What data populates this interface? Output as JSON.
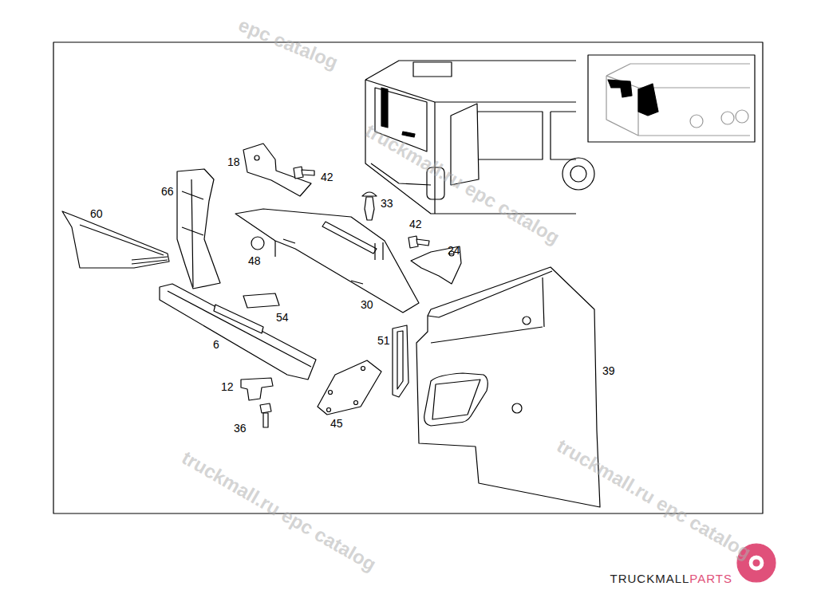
{
  "diagram": {
    "labels": [
      "60",
      "66",
      "18",
      "42",
      "33",
      "42",
      "24",
      "48",
      "30",
      "54",
      "6",
      "51",
      "39",
      "12",
      "45",
      "36",
      "epc catalog",
      "truckmall.ru epc catalog",
      "truckmall.ru epc catalog",
      "truckmall.ru epc catalog",
      "TRUCKMALL",
      "PARTS"
    ]
  }
}
